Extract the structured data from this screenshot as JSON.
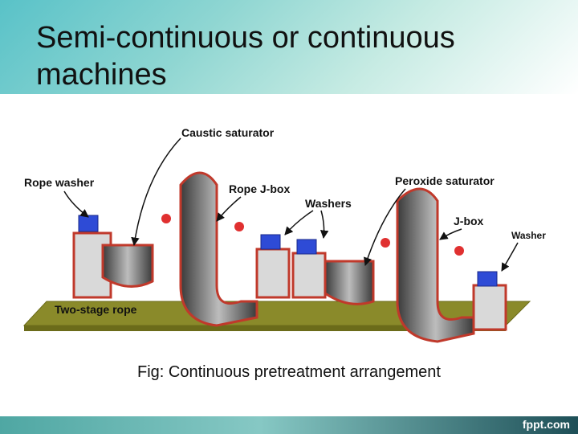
{
  "slide": {
    "title": "Semi-continuous or continuous machines",
    "caption": "Fig: Continuous pretreatment arrangement",
    "footer_logo": "fppt.com"
  },
  "diagram": {
    "labels": {
      "caustic_saturator": "Caustic saturator",
      "rope_washer": "Rope washer",
      "rope_jbox": "Rope J-box",
      "washers": "Washers",
      "peroxide_saturator": "Peroxide saturator",
      "jbox": "J-box",
      "washer": "Washer",
      "two_stage_rope": "Two-stage rope"
    }
  }
}
